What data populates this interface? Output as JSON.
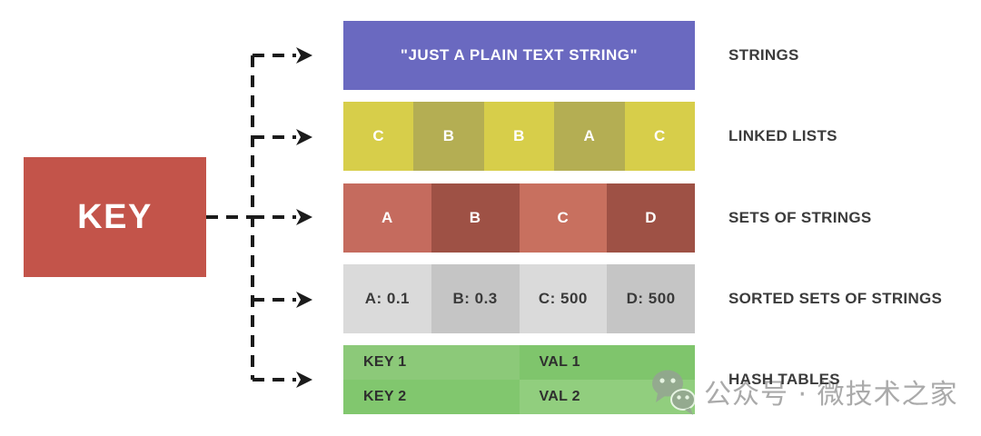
{
  "page": {
    "background": "#ffffff"
  },
  "key_box": {
    "label": "KEY",
    "color": "#c3544a",
    "text_color": "#ffffff"
  },
  "connector": {
    "color": "#1b1b1b",
    "style": "dashed",
    "arrow_count": 5
  },
  "rows": [
    {
      "id": "strings",
      "label": "STRINGS",
      "kind": "single",
      "cells": [
        {
          "text": "\"JUST A PLAIN TEXT STRING\"",
          "color": "#6a69c0",
          "text_color": "#ffffff"
        }
      ]
    },
    {
      "id": "linked-lists",
      "label": "LINKED LISTS",
      "kind": "segments",
      "cells": [
        {
          "text": "C",
          "color": "#d7ce4a",
          "text_color": "#ffffff"
        },
        {
          "text": "B",
          "color": "#b4ae53",
          "text_color": "#ffffff"
        },
        {
          "text": "B",
          "color": "#d7ce4a",
          "text_color": "#ffffff"
        },
        {
          "text": "A",
          "color": "#b4ae53",
          "text_color": "#ffffff"
        },
        {
          "text": "C",
          "color": "#d7ce4a",
          "text_color": "#ffffff"
        }
      ]
    },
    {
      "id": "sets-of-strings",
      "label": "SETS OF STRINGS",
      "kind": "segments",
      "cells": [
        {
          "text": "A",
          "color": "#c56b5e",
          "text_color": "#ffffff"
        },
        {
          "text": "B",
          "color": "#9e5145",
          "text_color": "#ffffff"
        },
        {
          "text": "C",
          "color": "#c8705f",
          "text_color": "#ffffff"
        },
        {
          "text": "D",
          "color": "#9e5145",
          "text_color": "#ffffff"
        }
      ]
    },
    {
      "id": "sorted-sets-of-strings",
      "label": "SORTED SETS OF STRINGS",
      "kind": "segments",
      "cells": [
        {
          "text": "A: 0.1",
          "color": "#dadada",
          "text_color": "#3a3a3a"
        },
        {
          "text": "B: 0.3",
          "color": "#c5c5c5",
          "text_color": "#3a3a3a"
        },
        {
          "text": "C: 500",
          "color": "#dadada",
          "text_color": "#3a3a3a"
        },
        {
          "text": "D: 500",
          "color": "#c5c5c5",
          "text_color": "#3a3a3a"
        }
      ]
    },
    {
      "id": "hash-tables",
      "label": "HASH TABLES",
      "kind": "table",
      "cells": [
        {
          "text": "KEY 1",
          "color": "#8cc979",
          "text_color": "#2e2e2e"
        },
        {
          "text": "VAL 1",
          "color": "#7fc56c",
          "text_color": "#2e2e2e"
        },
        {
          "text": "KEY 2",
          "color": "#81c76e",
          "text_color": "#2e2e2e"
        },
        {
          "text": "VAL 2",
          "color": "#91ce7e",
          "text_color": "#2e2e2e"
        }
      ]
    }
  ],
  "watermark": {
    "icon": "wechat-icon",
    "text": "公众号 · 微技术之家",
    "color": "#a3a3a3"
  }
}
